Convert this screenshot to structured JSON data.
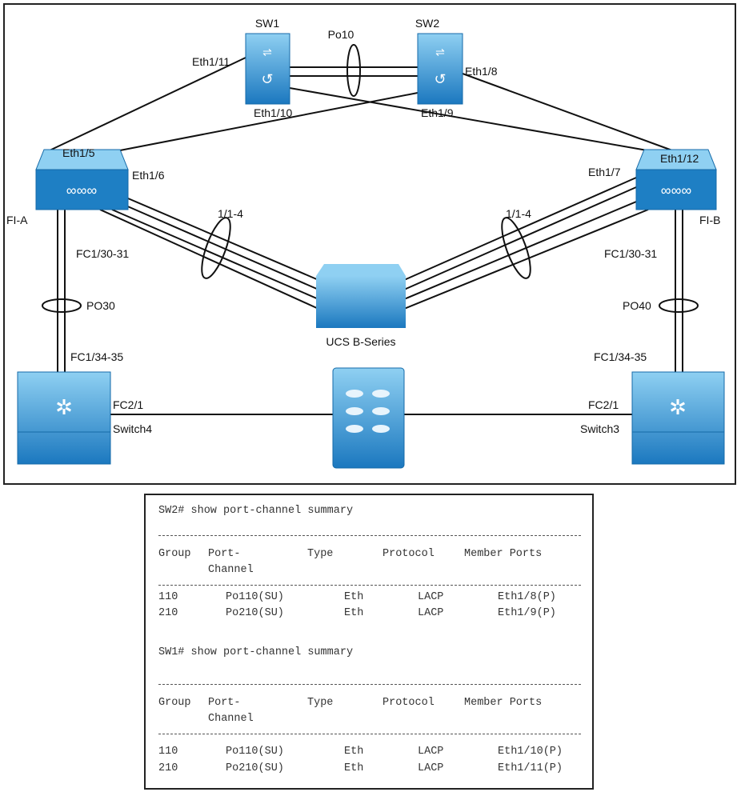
{
  "devices": {
    "sw1": "SW1",
    "sw2": "SW2",
    "fi_a": "FI-A",
    "fi_b": "FI-B",
    "ucs": "UCS B-Series",
    "switch4": "Switch4",
    "switch3": "Switch3"
  },
  "ports": {
    "po10": "Po10",
    "sw1_eth1_11": "Eth1/11",
    "sw1_eth1_10": "Eth1/10",
    "sw2_eth1_8": "Eth1/8",
    "sw2_eth1_9": "Eth1/9",
    "fia_eth1_5": "Eth1/5",
    "fia_eth1_6": "Eth1/6",
    "fib_eth1_7": "Eth1/7",
    "fib_eth1_12": "Eth1/12",
    "fia_ucs": "1/1-4",
    "fib_ucs": "1/1-4",
    "fia_fc": "FC1/30-31",
    "fib_fc": "FC1/30-31",
    "po30": "PO30",
    "po40": "PO40",
    "sw4_fc_up": "FC1/34-35",
    "sw3_fc_up": "FC1/34-35",
    "sw4_fc2_1": "FC2/1",
    "sw3_fc2_1": "FC2/1"
  },
  "terminal": {
    "sw2": {
      "command": "SW2# show port-channel summary",
      "headers": [
        "Group",
        "Port-",
        "Channel",
        "Type",
        "Protocol",
        "Member Ports"
      ],
      "rows": [
        [
          "110",
          "Po110(SU)",
          "Eth",
          "LACP",
          "Eth1/8(P)"
        ],
        [
          "210",
          "Po210(SU)",
          "Eth",
          "LACP",
          "Eth1/9(P)"
        ]
      ]
    },
    "sw1": {
      "command": "SW1# show port-channel summary",
      "headers": [
        "Group",
        "Port-",
        "Channel",
        "Type",
        "Protocol",
        "Member Ports"
      ],
      "rows": [
        [
          "110",
          "Po110(SU)",
          "Eth",
          "LACP",
          "Eth1/10(P)"
        ],
        [
          "210",
          "Po210(SU)",
          "Eth",
          "LACP",
          "Eth1/11(P)"
        ]
      ]
    }
  },
  "colors": {
    "device_top": "#7fc4ec",
    "device_body": "#1e7fc4",
    "line": "#111111"
  }
}
